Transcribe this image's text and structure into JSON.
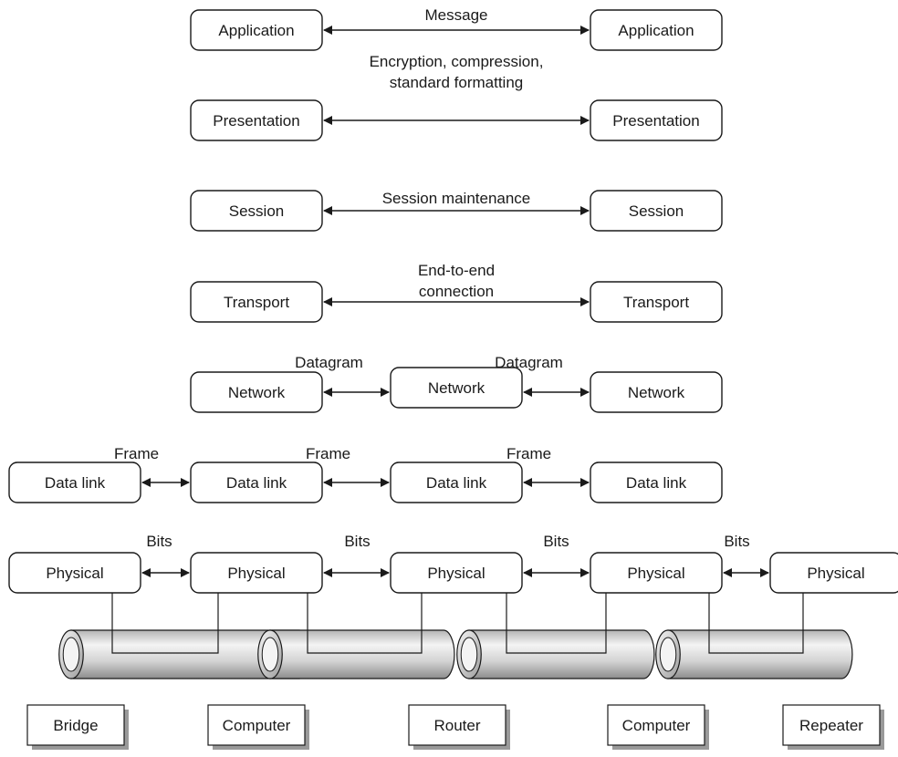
{
  "layers": [
    {
      "key": "application",
      "stacks": [
        {
          "label": "Application"
        },
        {
          "label": "Application"
        }
      ],
      "links": [
        {
          "lines": [
            "Message"
          ]
        }
      ]
    },
    {
      "key": "presentation",
      "stacks": [
        {
          "label": "Presentation"
        },
        {
          "label": "Presentation"
        }
      ],
      "links": [
        {
          "lines": [
            "Encryption, compression,",
            "standard formatting"
          ]
        }
      ]
    },
    {
      "key": "session",
      "stacks": [
        {
          "label": "Session"
        },
        {
          "label": "Session"
        }
      ],
      "links": [
        {
          "lines": [
            "Session maintenance"
          ]
        }
      ]
    },
    {
      "key": "transport",
      "stacks": [
        {
          "label": "Transport"
        },
        {
          "label": "Transport"
        }
      ],
      "links": [
        {
          "lines": [
            "End-to-end",
            "connection"
          ]
        }
      ]
    },
    {
      "key": "network",
      "stacks": [
        {
          "label": "Network"
        },
        {
          "label": "Network"
        },
        {
          "label": "Network"
        }
      ],
      "links": [
        {
          "lines": [
            "Datagram"
          ]
        },
        {
          "lines": [
            "Datagram"
          ]
        }
      ]
    },
    {
      "key": "data-link",
      "stacks": [
        {
          "label": "Data link"
        },
        {
          "label": "Data link"
        },
        {
          "label": "Data link"
        },
        {
          "label": "Data link"
        }
      ],
      "links": [
        {
          "lines": [
            "Frame"
          ]
        },
        {
          "lines": [
            "Frame"
          ]
        },
        {
          "lines": [
            "Frame"
          ]
        }
      ]
    },
    {
      "key": "physical",
      "stacks": [
        {
          "label": "Physical"
        },
        {
          "label": "Physical"
        },
        {
          "label": "Physical"
        },
        {
          "label": "Physical"
        },
        {
          "label": "Physical"
        }
      ],
      "links": [
        {
          "lines": [
            "Bits"
          ]
        },
        {
          "lines": [
            "Bits"
          ]
        },
        {
          "lines": [
            "Bits"
          ]
        },
        {
          "lines": [
            "Bits"
          ]
        }
      ]
    }
  ],
  "devices": [
    "Bridge",
    "Computer",
    "Router",
    "Computer",
    "Repeater"
  ],
  "colors": {
    "stroke": "#1a1a1a",
    "cable_light": "#f4f4f4",
    "cable_mid": "#c8c8c8",
    "cable_dark": "#8c8c8c"
  }
}
